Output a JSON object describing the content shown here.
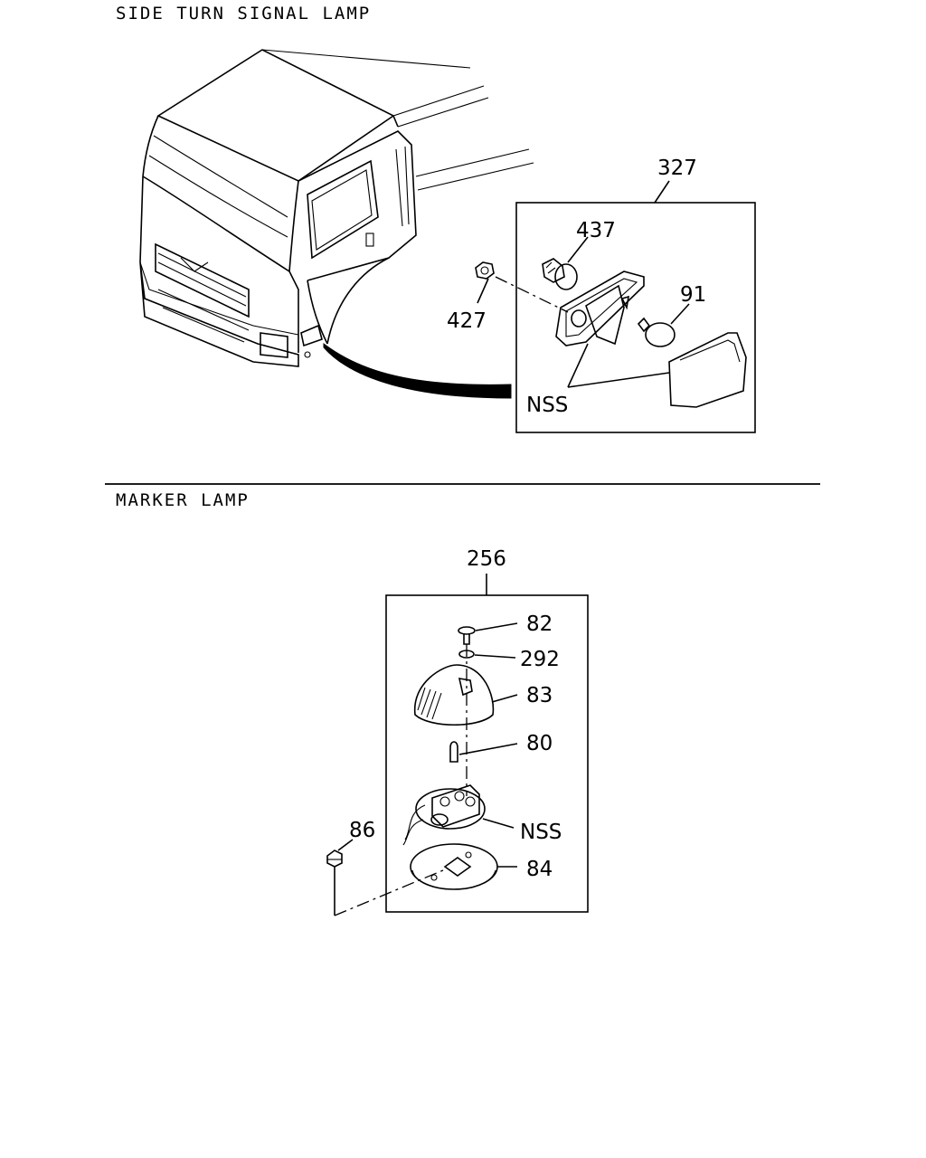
{
  "sections": {
    "side_turn": {
      "title": "SIDE TURN SIGNAL LAMP"
    },
    "marker": {
      "title": "MARKER LAMP"
    }
  },
  "callouts": {
    "side_turn": {
      "assembly": "327",
      "bulb_socket": "437",
      "nut": "427",
      "bulb": "91",
      "nss": "NSS"
    },
    "marker": {
      "assembly": "256",
      "screw": "82",
      "washer": "292",
      "lens": "83",
      "bulb": "80",
      "base": "NSS",
      "nut": "86",
      "gasket": "84"
    }
  }
}
